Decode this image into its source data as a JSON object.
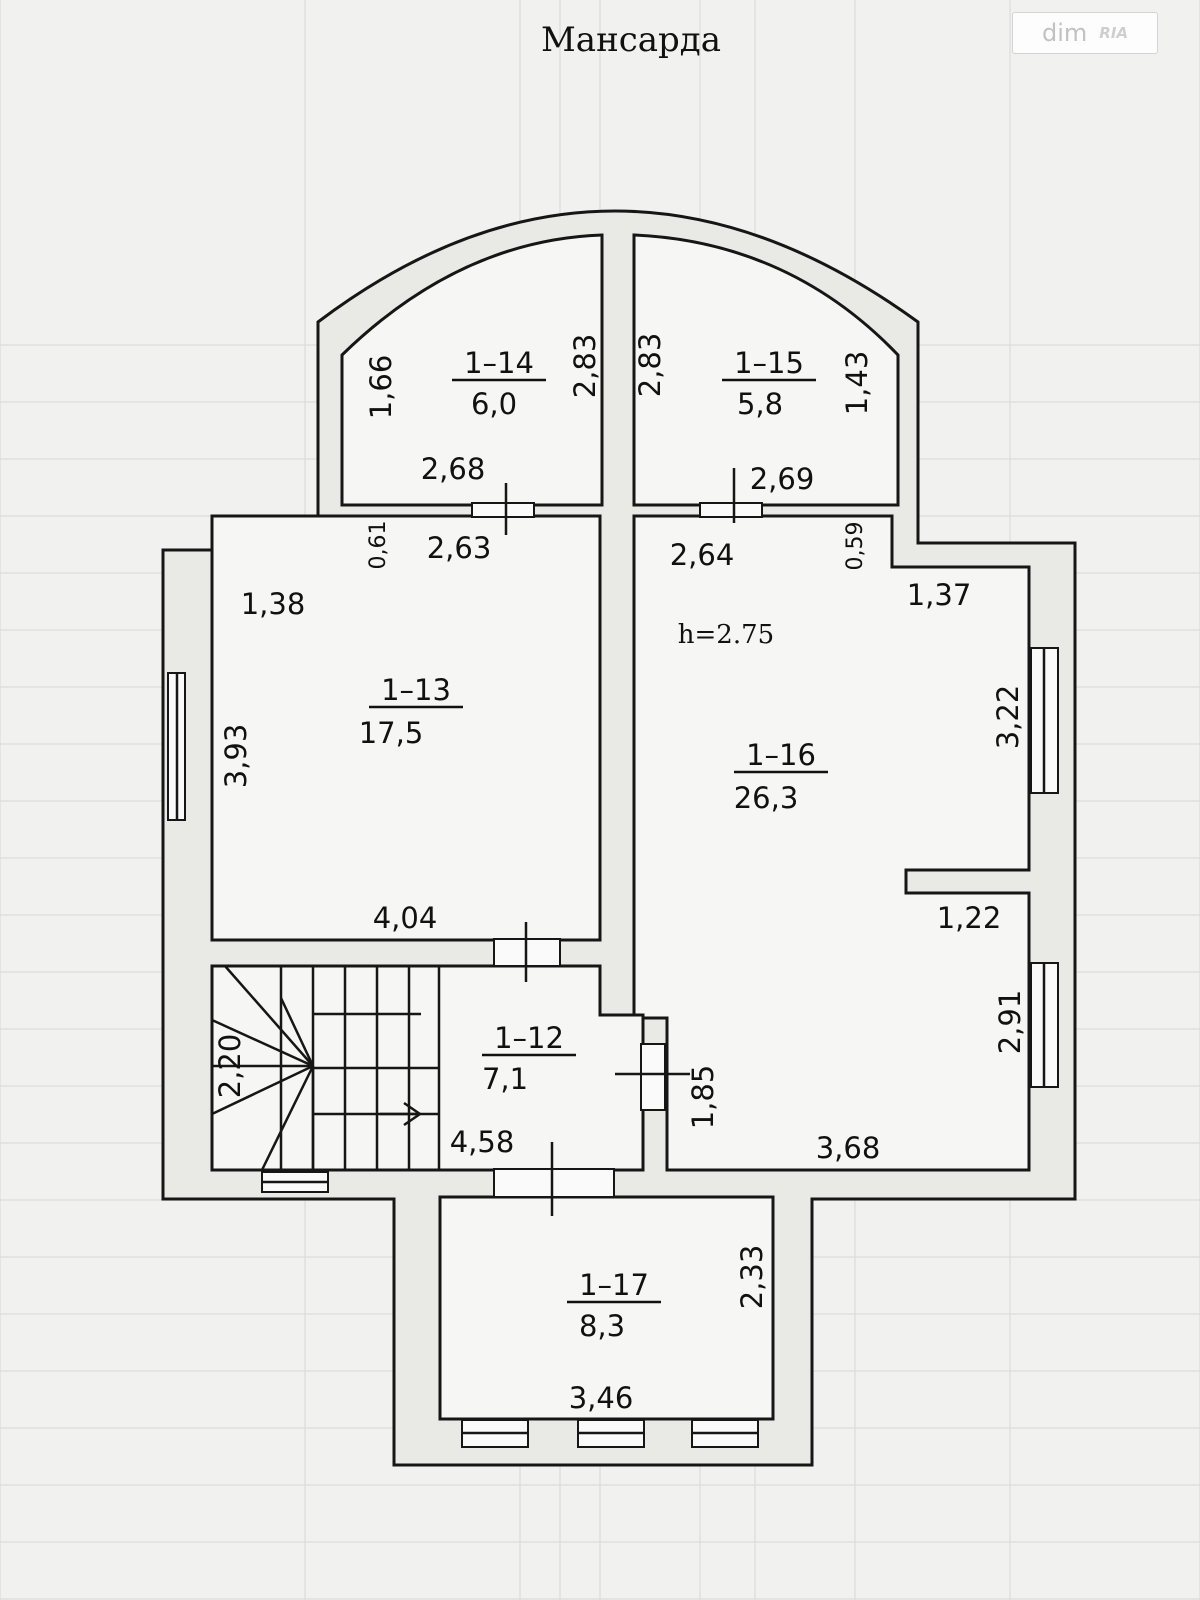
{
  "title": "Мансарда",
  "watermark": {
    "dim": "dim",
    "ria": "RIA"
  },
  "height_note": "h=2.75",
  "rooms": [
    {
      "id": "1–14",
      "area": "6,0"
    },
    {
      "id": "1–15",
      "area": "5,8"
    },
    {
      "id": "1–13",
      "area": "17,5"
    },
    {
      "id": "1–16",
      "area": "26,3"
    },
    {
      "id": "1–12",
      "area": "7,1"
    },
    {
      "id": "1–17",
      "area": "8,3"
    }
  ],
  "dimensions": {
    "r14_left": "1,66",
    "r14_right": "2,83",
    "r14_bottom": "2,68",
    "r15_left": "2,83",
    "r15_right": "1,43",
    "r15_bottom": "2,69",
    "r13_top": "2,63",
    "r13_jog": "0,61",
    "r13_corner": "1,38",
    "r13_left": "3,93",
    "r13_bottom": "4,04",
    "r16_top": "2,64",
    "r16_jog": "0,59",
    "r16_corner": "1,37",
    "r16_right_upper": "3,22",
    "r16_notch": "1,22",
    "r16_right_lower": "2,91",
    "r16_bottom": "3,68",
    "r12_stair": "2,20",
    "r12_right": "1,85",
    "r12_bottom": "4,58",
    "r17_right": "2,33",
    "r17_bottom": "3,46"
  }
}
